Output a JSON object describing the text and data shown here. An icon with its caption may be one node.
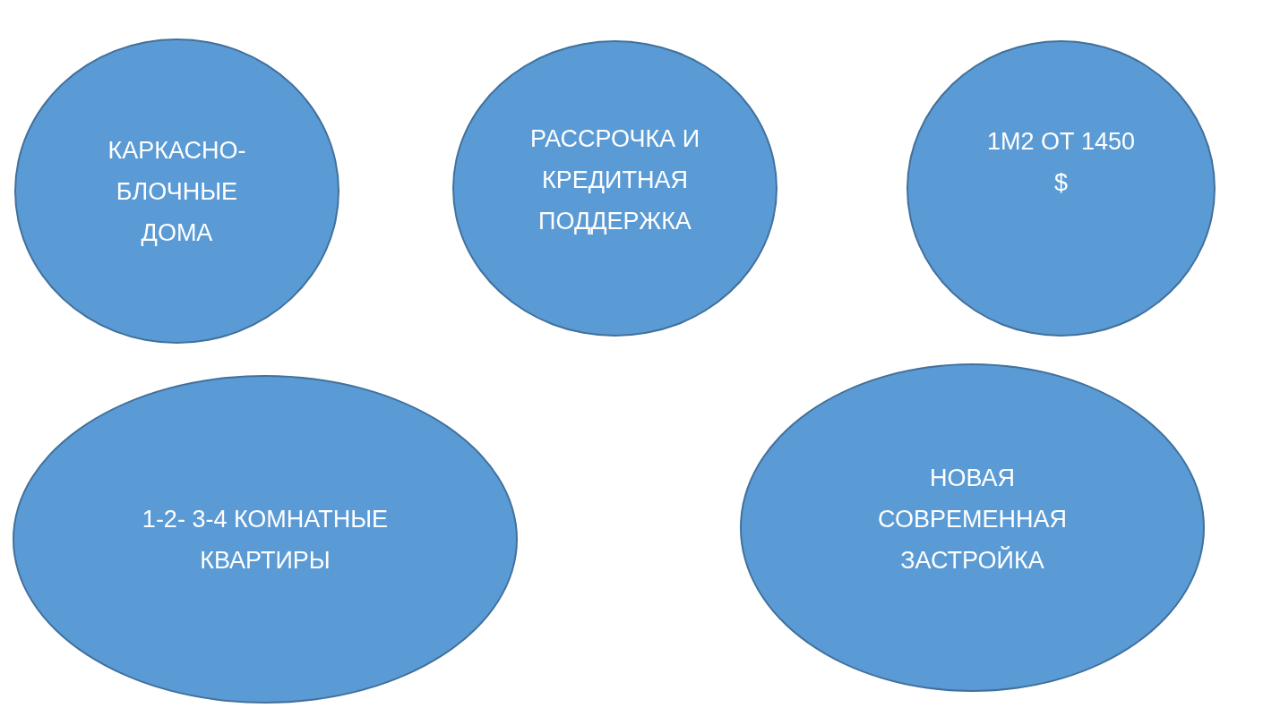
{
  "diagram": {
    "nodes": [
      {
        "text": [
          "КАРКАСНО- БЛОЧНЫЕ ДОМА"
        ]
      },
      {
        "text": [
          "РАССРОЧКА И КРЕДИТНАЯ ПОДДЕРЖКА"
        ]
      },
      {
        "text": [
          "1М2 ОТ 1450 $"
        ]
      },
      {
        "text": [
          "1-2- 3-4 КОМНАТНЫЕ КВАРТИРЫ"
        ]
      },
      {
        "text": [
          "НОВАЯ СОВРЕМЕННАЯ ЗАСТРОЙКА"
        ]
      }
    ],
    "edges": []
  }
}
